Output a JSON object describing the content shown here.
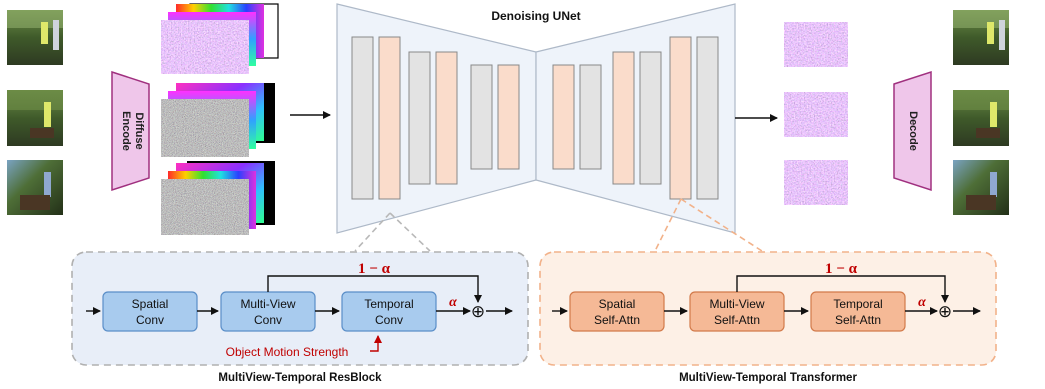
{
  "unet": {
    "title": "Denoising UNet"
  },
  "encoder": {
    "label_line1": "Encode",
    "label_line2": "Diffuse"
  },
  "decoder": {
    "label": "Decode"
  },
  "resblock": {
    "caption": "MultiView-Temporal ResBlock",
    "blocks": [
      {
        "line1": "Spatial",
        "line2": "Conv"
      },
      {
        "line1": "Multi-View",
        "line2": "Conv"
      },
      {
        "line1": "Temporal",
        "line2": "Conv"
      }
    ],
    "skip_label": "1 − α",
    "alpha_label": "α",
    "sum_symbol": "⊕",
    "motion_label": "Object Motion Strength"
  },
  "transformer": {
    "caption": "MultiView-Temporal Transformer",
    "blocks": [
      {
        "line1": "Spatial",
        "line2": "Self-Attn"
      },
      {
        "line1": "Multi-View",
        "line2": "Self-Attn"
      },
      {
        "line1": "Temporal",
        "line2": "Self-Attn"
      }
    ],
    "skip_label": "1 − α",
    "alpha_label": "α",
    "sum_symbol": "⊕"
  },
  "colors": {
    "encoder_fill": "#efc6ea",
    "encoder_stroke": "#a0307f",
    "unet_fill": "#eef3fa",
    "unet_stroke": "#aeb9c8",
    "gray_block": "#e3e3e3",
    "peach_block": "#fadccb",
    "blue_panel": "#e8eef8",
    "orange_panel": "#fdf0e6",
    "blue_block": "#a8cbee",
    "orange_block": "#f5b996",
    "accent_red": "#c00000"
  }
}
